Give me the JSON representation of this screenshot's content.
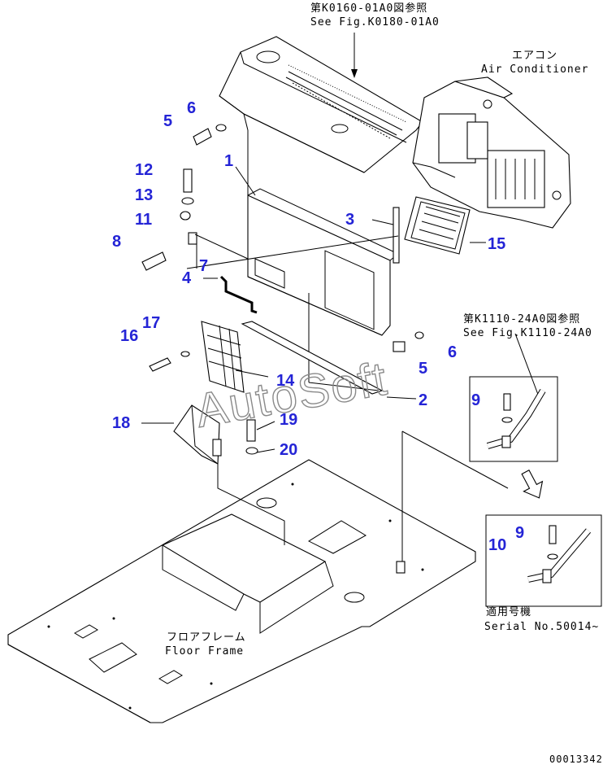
{
  "annotations": {
    "ref_top_jp": "第K0160-01A0図参照",
    "ref_top_en": "See Fig.K0180-01A0",
    "aircon_jp": "エアコン",
    "aircon_en": "Air Conditioner",
    "ref_right_jp": "第K1110-24A0図参照",
    "ref_right_en": "See Fig.K1110-24A0",
    "serial_jp": "適用号機",
    "serial_en": "Serial No.50014~",
    "floor_jp": "フロアフレーム",
    "floor_en": "Floor Frame",
    "doc_number": "00013342",
    "watermark": "AutoSoft"
  },
  "callouts": [
    "1",
    "2",
    "3",
    "4",
    "5",
    "6",
    "7",
    "8",
    "9",
    "10",
    "11",
    "12",
    "13",
    "14",
    "15",
    "16",
    "17",
    "18",
    "19",
    "20"
  ],
  "callout_dupes": {
    "five_b": "5",
    "six_b": "6",
    "nine_b": "9"
  },
  "colors": {
    "callout": "#2424d6",
    "line": "#000000",
    "watermark": "#8a8a8a"
  }
}
